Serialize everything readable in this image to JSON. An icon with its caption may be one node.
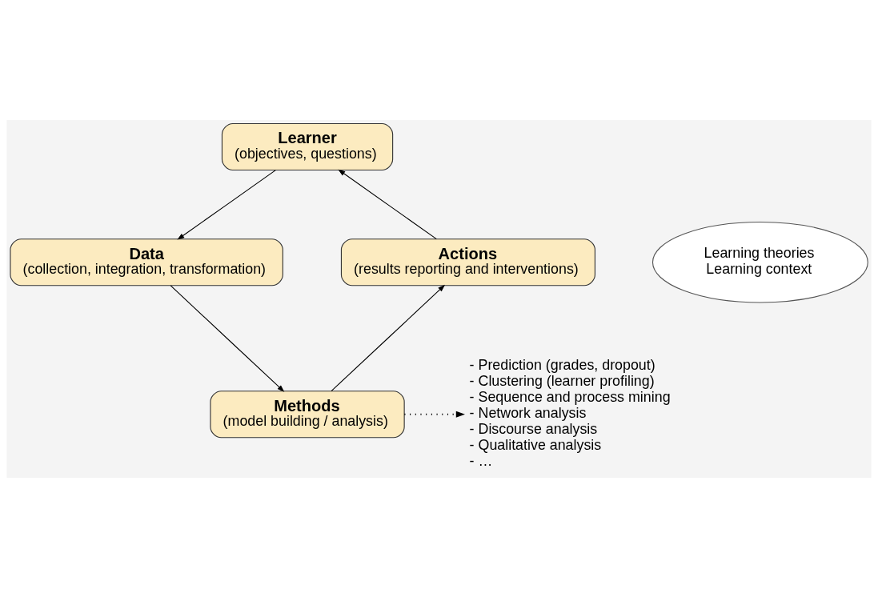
{
  "diagram": {
    "nodes": [
      {
        "text": [
          "Learner",
          "(objectives, questions)"
        ]
      },
      {
        "text": [
          "Data",
          "(collection, integration, transformation)"
        ]
      },
      {
        "text": [
          "Methods",
          "(model building / analysis)"
        ]
      },
      {
        "text": [
          "Actions",
          "(results reporting and interventions)"
        ]
      },
      {
        "text": [
          "Learning theories",
          "Learning context"
        ]
      },
      {
        "text": [
          "- Prediction (grades, dropout)",
          "- Clustering (learner profiling)",
          "- Sequence and process mining",
          "- Network analysis",
          "- Discourse analysis",
          "- Qualitative analysis",
          "- …"
        ]
      }
    ],
    "edges": [
      {
        "from": 0,
        "to": 1,
        "arrow": "to"
      },
      {
        "from": 1,
        "to": 2,
        "arrow": "to"
      },
      {
        "from": 2,
        "to": 3,
        "arrow": "to"
      },
      {
        "from": 3,
        "to": 0,
        "arrow": "to"
      },
      {
        "from": 2,
        "to": 5,
        "arrow": "to",
        "style": "dashed"
      }
    ]
  }
}
